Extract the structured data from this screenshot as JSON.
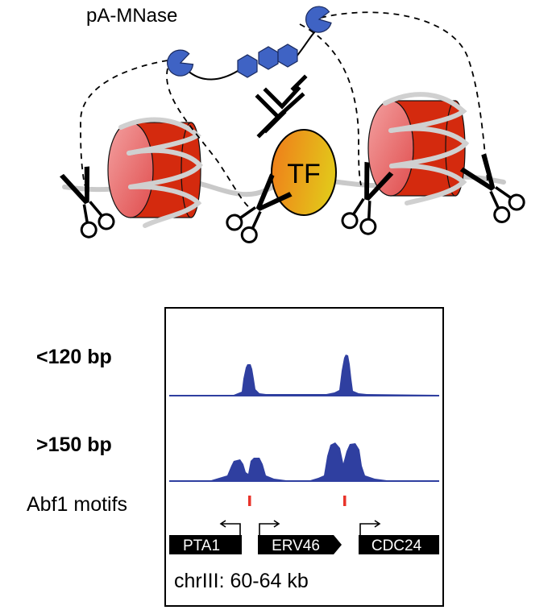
{
  "top": {
    "title": "pA-MNase",
    "tf_label": "TF"
  },
  "bottom": {
    "tracks": [
      {
        "label": "<120 bp",
        "bold": true
      },
      {
        "label": ">150 bp",
        "bold": true
      },
      {
        "label": "Abf1 motifs",
        "bold": false
      }
    ],
    "genes": [
      {
        "name": "PTA1",
        "strand": "-"
      },
      {
        "name": "ERV46",
        "strand": "+"
      },
      {
        "name": "CDC24",
        "strand": "+"
      }
    ],
    "region": "chrIII: 60-64 kb"
  },
  "colors": {
    "nucleosome": "#d42a0e",
    "nucleosome_face": "#ef6d6d",
    "mnase": "#3f63c4",
    "track": "#2f3fa0",
    "motif": "#e8332a",
    "tf_start": "#f07a1a",
    "tf_end": "#e3c51a"
  }
}
